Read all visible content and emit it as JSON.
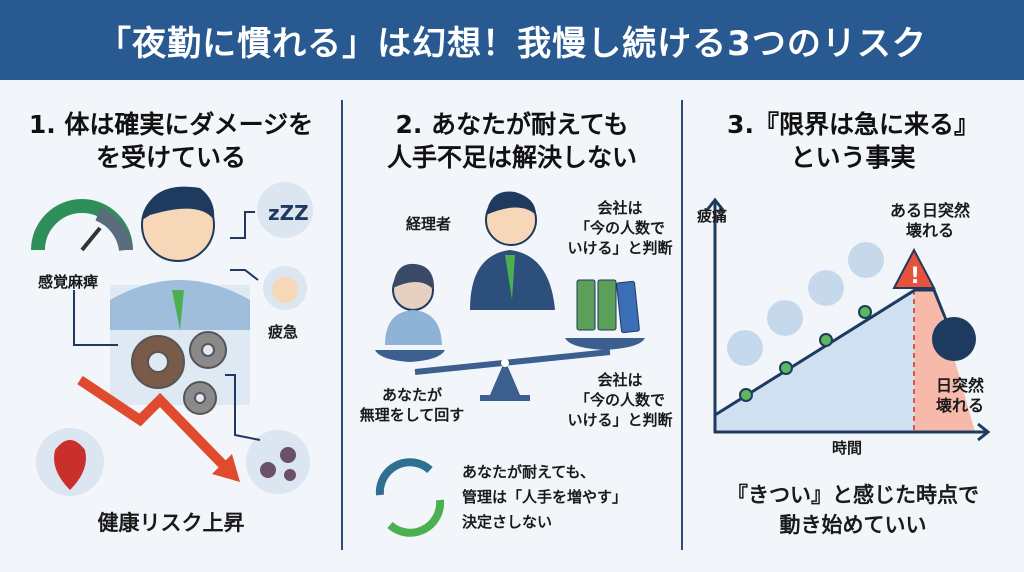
{
  "header": {
    "title": "「夜勤に慣れる」は幻想！我慢し続ける3つのリスク"
  },
  "panel1": {
    "title_line1": "1. 体は確実にダメージを",
    "title_line2": "を受けている",
    "label_numbness": "感覚麻痺",
    "label_fatigue": "疲急",
    "footer": "健康リスク上昇"
  },
  "panel2": {
    "title_line1": "2. あなたが耐えても",
    "title_line2": "人手不足は解決しない",
    "label_manager": "経理者",
    "company_top": [
      "会社は",
      "「今の人数で",
      "いける」と判断"
    ],
    "you": [
      "あなたが",
      "無理をして回す"
    ],
    "company_bottom": [
      "会社は",
      "「今の人数で",
      "いける」と判断"
    ],
    "cycle_text": [
      "あなたが耐えても、",
      "管理は「人手を増やす」",
      "決定さしない"
    ]
  },
  "panel3": {
    "title_line1": "3.『限界は急に来る』",
    "title_line2": "という事実",
    "y_axis": "疲痛",
    "x_axis": "時間",
    "peak_label": [
      "ある日突然",
      "壊れる"
    ],
    "drop_label": [
      "日突然",
      "壊れる"
    ],
    "footer_line1": "『きつい』と感じた時点で",
    "footer_line2": "動き始めていい"
  },
  "colors": {
    "header": "#285a91",
    "background": "#f2f6fa",
    "accent_green": "#4caf50",
    "warning_red": "#e5533d",
    "navy": "#1e3a5f"
  }
}
